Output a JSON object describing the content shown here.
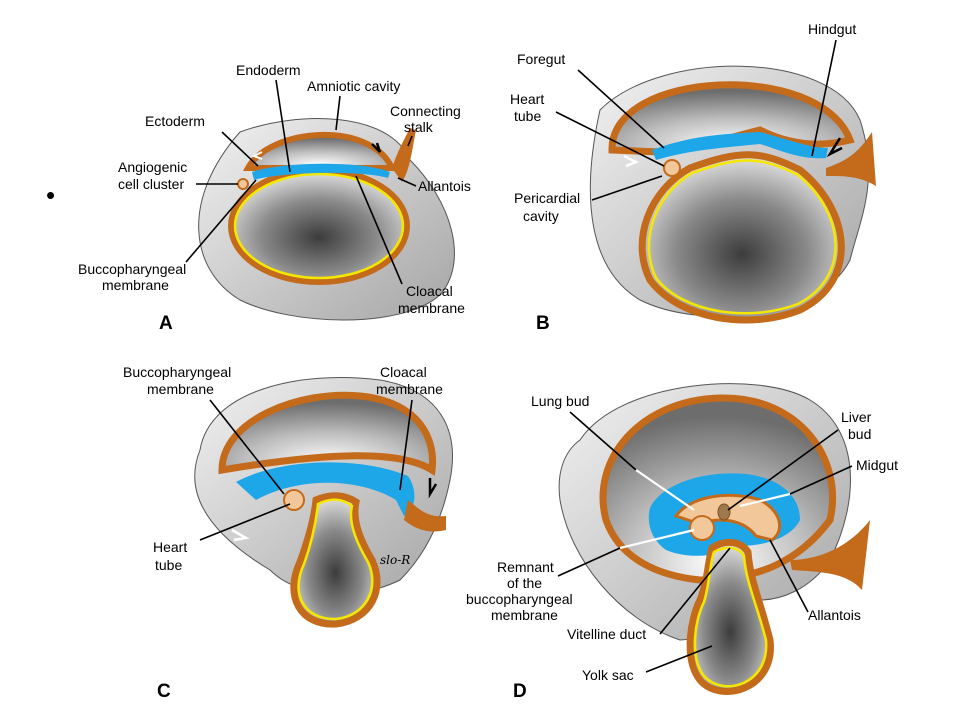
{
  "colors": {
    "ectoderm": "#c46a1b",
    "endoderm": "#f5e800",
    "mesoderm": "#1ea7e8",
    "membrane_light": "#f2c79a",
    "label_text": "#000000"
  },
  "bullet": "•",
  "panels": [
    {
      "id": "A",
      "letter": "A",
      "labels": {
        "endoderm": "Endoderm",
        "amniotic_cavity": "Amniotic cavity",
        "ectoderm": "Ectoderm",
        "connecting_stalk_1": "Connecting",
        "connecting_stalk_2": "stalk",
        "angiogenic_1": "Angiogenic",
        "angiogenic_2": "cell cluster",
        "allantois": "Allantois",
        "bucco_1": "Buccopharyngeal",
        "bucco_2": "membrane",
        "cloacal_1": "Cloacal",
        "cloacal_2": "membrane"
      }
    },
    {
      "id": "B",
      "letter": "B",
      "labels": {
        "hindgut": "Hindgut",
        "foregut": "Foregut",
        "heart_tube_1": "Heart",
        "heart_tube_2": "tube",
        "pericardial_1": "Pericardial",
        "pericardial_2": "cavity"
      }
    },
    {
      "id": "C",
      "letter": "C",
      "labels": {
        "bucco_1": "Buccopharyngeal",
        "bucco_2": "membrane",
        "cloacal_1": "Cloacal",
        "cloacal_2": "membrane",
        "heart_tube_1": "Heart",
        "heart_tube_2": "tube"
      },
      "signature": "slo-R"
    },
    {
      "id": "D",
      "letter": "D",
      "labels": {
        "lung_bud": "Lung bud",
        "liver_bud_1": "Liver",
        "liver_bud_2": "bud",
        "midgut": "Midgut",
        "remnant_1": "Remnant",
        "remnant_2": "of the",
        "remnant_3": "buccopharyngeal",
        "remnant_4": "membrane",
        "allantois": "Allantois",
        "vitelline_duct": "Vitelline duct",
        "yolk_sac": "Yolk sac"
      }
    }
  ]
}
